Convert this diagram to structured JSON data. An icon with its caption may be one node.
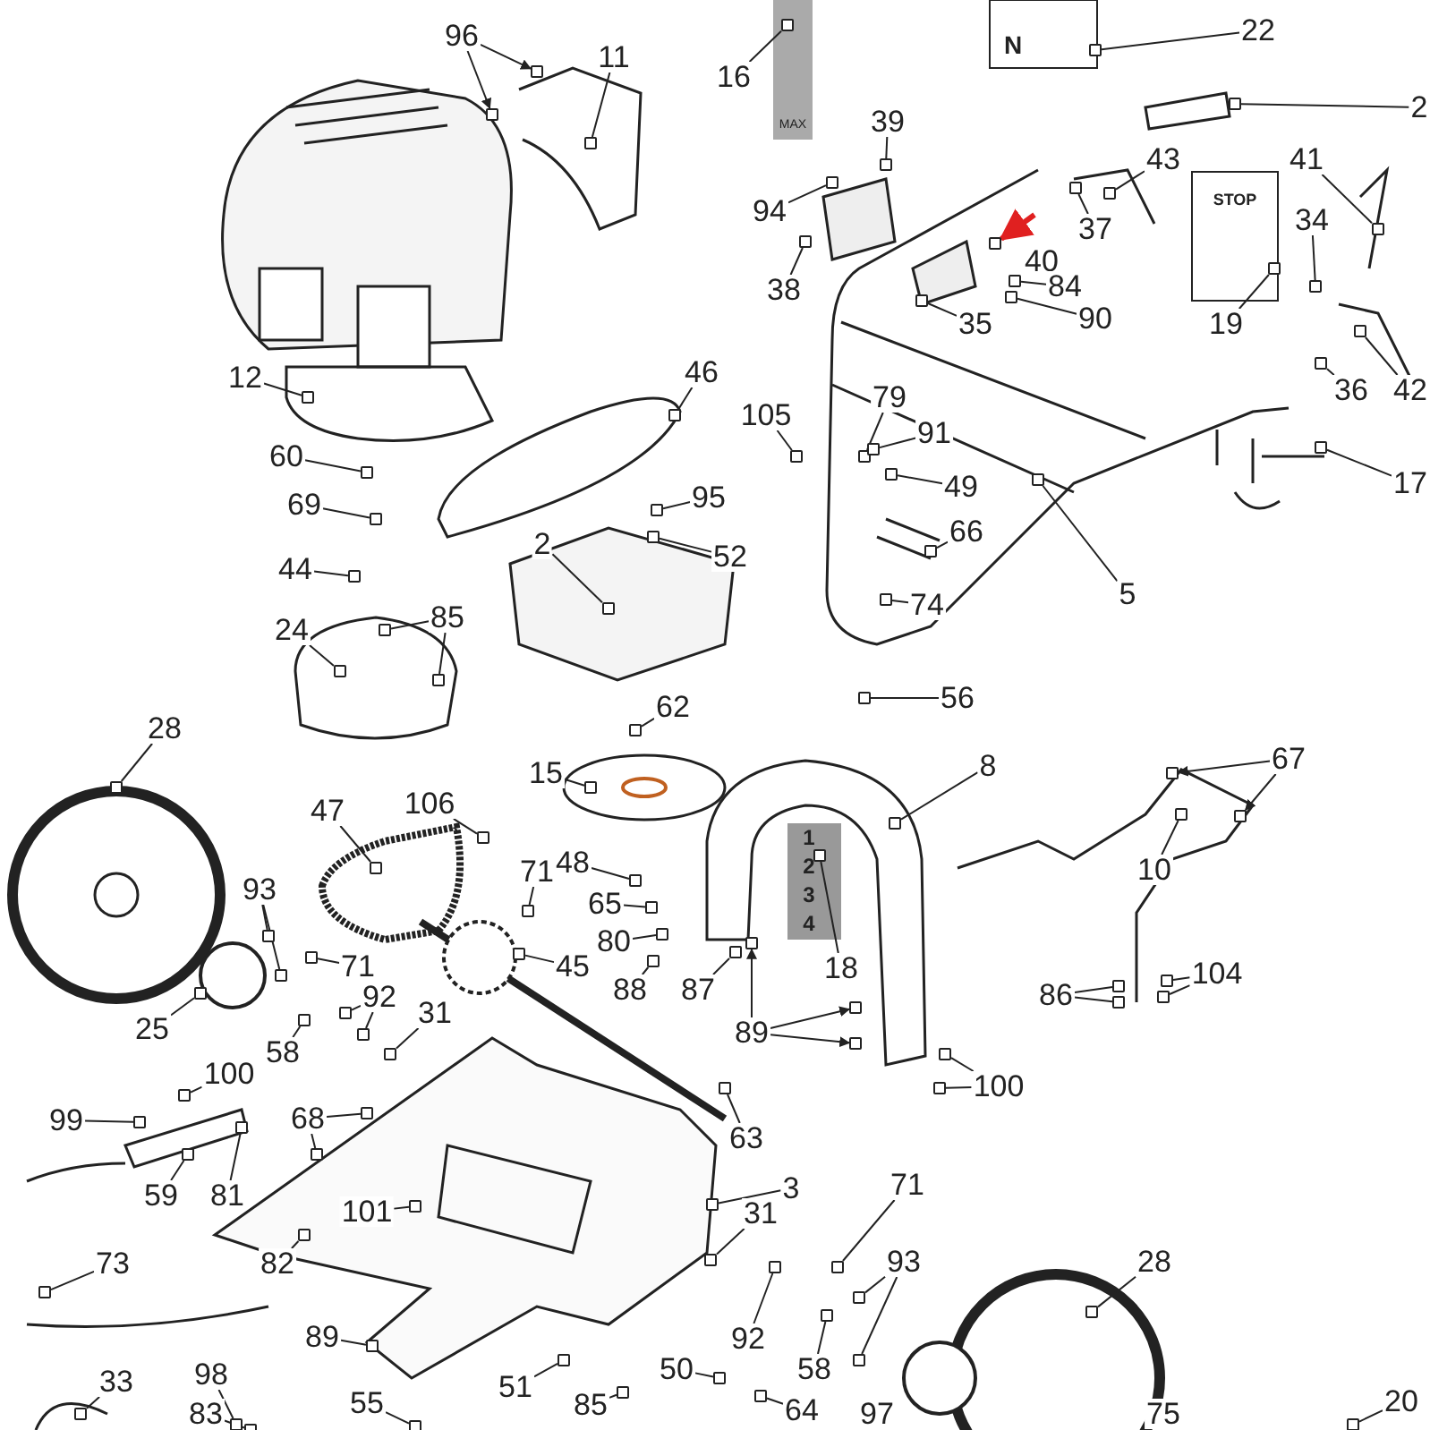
{
  "diagram": {
    "nodes": [
      {
        "text": [
          "96"
        ]
      },
      {
        "text": [
          "11"
        ]
      },
      {
        "text": [
          "16"
        ]
      },
      {
        "text": [
          "22"
        ]
      },
      {
        "text": [
          "2"
        ]
      },
      {
        "text": [
          "39"
        ]
      },
      {
        "text": [
          "43"
        ]
      },
      {
        "text": [
          "41"
        ]
      },
      {
        "text": [
          "94"
        ]
      },
      {
        "text": [
          "37"
        ]
      },
      {
        "text": [
          "40"
        ]
      },
      {
        "text": [
          "84"
        ]
      },
      {
        "text": [
          "34"
        ]
      },
      {
        "text": [
          "38"
        ]
      },
      {
        "text": [
          "35"
        ]
      },
      {
        "text": [
          "90"
        ]
      },
      {
        "text": [
          "19"
        ]
      },
      {
        "text": [
          "42"
        ]
      },
      {
        "text": [
          "36"
        ]
      },
      {
        "text": [
          "12"
        ]
      },
      {
        "text": [
          "46"
        ]
      },
      {
        "text": [
          "105"
        ]
      },
      {
        "text": [
          "79"
        ]
      },
      {
        "text": [
          "91"
        ]
      },
      {
        "text": [
          "49"
        ]
      },
      {
        "text": [
          "17"
        ]
      },
      {
        "text": [
          "60"
        ]
      },
      {
        "text": [
          "69"
        ]
      },
      {
        "text": [
          "95"
        ]
      },
      {
        "text": [
          "52"
        ]
      },
      {
        "text": [
          "66"
        ]
      },
      {
        "text": [
          "44"
        ]
      },
      {
        "text": [
          "2"
        ]
      },
      {
        "text": [
          "5"
        ]
      },
      {
        "text": [
          "74"
        ]
      },
      {
        "text": [
          "24"
        ]
      },
      {
        "text": [
          "85"
        ]
      },
      {
        "text": [
          "56"
        ]
      },
      {
        "text": [
          "62"
        ]
      },
      {
        "text": [
          "28"
        ]
      },
      {
        "text": [
          "8"
        ]
      },
      {
        "text": [
          "67"
        ]
      },
      {
        "text": [
          "15"
        ]
      },
      {
        "text": [
          "106"
        ]
      },
      {
        "text": [
          "47"
        ]
      },
      {
        "text": [
          "18"
        ]
      },
      {
        "text": [
          "71"
        ]
      },
      {
        "text": [
          "48"
        ]
      },
      {
        "text": [
          "10"
        ]
      },
      {
        "text": [
          "65"
        ]
      },
      {
        "text": [
          "93"
        ]
      },
      {
        "text": [
          "80"
        ]
      },
      {
        "text": [
          "71"
        ]
      },
      {
        "text": [
          "25"
        ]
      },
      {
        "text": [
          "45"
        ]
      },
      {
        "text": [
          "88"
        ]
      },
      {
        "text": [
          "87"
        ]
      },
      {
        "text": [
          "92"
        ]
      },
      {
        "text": [
          "31"
        ]
      },
      {
        "text": [
          "89"
        ]
      },
      {
        "text": [
          "86"
        ]
      },
      {
        "text": [
          "104"
        ]
      },
      {
        "text": [
          "58"
        ]
      },
      {
        "text": [
          "100"
        ]
      },
      {
        "text": [
          "100"
        ]
      },
      {
        "text": [
          "99"
        ]
      },
      {
        "text": [
          "68"
        ]
      },
      {
        "text": [
          "63"
        ]
      },
      {
        "text": [
          "3"
        ]
      },
      {
        "text": [
          "59"
        ]
      },
      {
        "text": [
          "81"
        ]
      },
      {
        "text": [
          "101"
        ]
      },
      {
        "text": [
          "71"
        ]
      },
      {
        "text": [
          "31"
        ]
      },
      {
        "text": [
          "82"
        ]
      },
      {
        "text": [
          "73"
        ]
      },
      {
        "text": [
          "93"
        ]
      },
      {
        "text": [
          "28"
        ]
      },
      {
        "text": [
          "89"
        ]
      },
      {
        "text": [
          "92"
        ]
      },
      {
        "text": [
          "58"
        ]
      },
      {
        "text": [
          "51"
        ]
      },
      {
        "text": [
          "50"
        ]
      },
      {
        "text": [
          "85"
        ]
      },
      {
        "text": [
          "33"
        ]
      },
      {
        "text": [
          "98"
        ]
      },
      {
        "text": [
          "83"
        ]
      },
      {
        "text": [
          "55"
        ]
      },
      {
        "text": [
          "64"
        ]
      },
      {
        "text": [
          "20"
        ]
      },
      {
        "text": [
          "97"
        ]
      },
      {
        "text": [
          "75"
        ]
      },
      {
        "text": [],
        "shape": "box"
      },
      {
        "text": [],
        "shape": "box"
      },
      {
        "text": [],
        "shape": "box"
      },
      {
        "text": [],
        "shape": "box"
      },
      {
        "text": [],
        "shape": "box"
      },
      {
        "text": [],
        "shape": "box"
      },
      {
        "text": [],
        "shape": "box"
      },
      {
        "text": [],
        "shape": "box"
      },
      {
        "text": [],
        "shape": "box"
      },
      {
        "text": [],
        "shape": "box"
      },
      {
        "text": [],
        "shape": "box"
      },
      {
        "text": [],
        "shape": "box"
      },
      {
        "text": [],
        "shape": "box"
      },
      {
        "text": [],
        "shape": "box"
      },
      {
        "text": [],
        "shape": "box"
      },
      {
        "text": [],
        "shape": "box"
      },
      {
        "text": [],
        "shape": "box"
      },
      {
        "text": [],
        "shape": "box"
      },
      {
        "text": [],
        "shape": "box"
      },
      {
        "text": [],
        "shape": "box"
      },
      {
        "text": [],
        "shape": "box"
      },
      {
        "text": [],
        "shape": "box"
      },
      {
        "text": [],
        "shape": "box"
      },
      {
        "text": [],
        "shape": "box"
      },
      {
        "text": [],
        "shape": "box"
      },
      {
        "text": [],
        "shape": "box"
      },
      {
        "text": [],
        "shape": "box"
      },
      {
        "text": [],
        "shape": "box"
      },
      {
        "text": [],
        "shape": "box"
      },
      {
        "text": [],
        "shape": "box"
      },
      {
        "text": [],
        "shape": "box"
      },
      {
        "text": [],
        "shape": "box"
      },
      {
        "text": [],
        "shape": "box"
      },
      {
        "text": [],
        "shape": "box"
      },
      {
        "text": [],
        "shape": "box"
      },
      {
        "text": [],
        "shape": "box"
      },
      {
        "text": [],
        "shape": "box"
      },
      {
        "text": [],
        "shape": "box"
      },
      {
        "text": [],
        "shape": "box"
      },
      {
        "text": [],
        "shape": "box"
      },
      {
        "text": [],
        "shape": "box"
      },
      {
        "text": [],
        "shape": "box"
      },
      {
        "text": [],
        "shape": "box"
      },
      {
        "text": [],
        "shape": "box"
      },
      {
        "text": [],
        "shape": "box"
      },
      {
        "text": [],
        "shape": "box"
      },
      {
        "text": [],
        "shape": "box"
      },
      {
        "text": [],
        "shape": "box"
      },
      {
        "text": [],
        "shape": "box"
      },
      {
        "text": [],
        "shape": "box"
      },
      {
        "text": [],
        "shape": "box"
      },
      {
        "text": [],
        "shape": "box"
      },
      {
        "text": [],
        "shape": "box"
      },
      {
        "text": [],
        "shape": "box"
      },
      {
        "text": [],
        "shape": "box"
      },
      {
        "text": [],
        "shape": "box"
      },
      {
        "text": [],
        "shape": "box"
      },
      {
        "text": [],
        "shape": "box"
      },
      {
        "text": [],
        "shape": "box"
      },
      {
        "text": [],
        "shape": "box"
      },
      {
        "text": [],
        "shape": "box"
      },
      {
        "text": [],
        "shape": "box"
      },
      {
        "text": [],
        "shape": "box"
      },
      {
        "text": [],
        "shape": "box"
      },
      {
        "text": [],
        "shape": "box"
      },
      {
        "text": [],
        "shape": "box"
      },
      {
        "text": [],
        "shape": "box"
      },
      {
        "text": [],
        "shape": "box"
      },
      {
        "text": [],
        "shape": "box"
      },
      {
        "text": [],
        "shape": "box"
      },
      {
        "text": [],
        "shape": "box"
      },
      {
        "text": [],
        "shape": "box"
      },
      {
        "text": [],
        "shape": "box"
      },
      {
        "text": [],
        "shape": "box"
      },
      {
        "text": [],
        "shape": "box"
      },
      {
        "text": [],
        "shape": "box"
      },
      {
        "text": [],
        "shape": "box"
      },
      {
        "text": [],
        "shape": "box"
      },
      {
        "text": [],
        "shape": "box"
      },
      {
        "text": [],
        "shape": "box"
      },
      {
        "text": [],
        "shape": "box"
      },
      {
        "text": [],
        "shape": "box"
      },
      {
        "text": [],
        "shape": "box"
      },
      {
        "text": [],
        "shape": "box"
      },
      {
        "text": [],
        "shape": "box"
      },
      {
        "text": [],
        "shape": "box"
      },
      {
        "text": [],
        "shape": "box"
      },
      {
        "text": [],
        "shape": "box"
      },
      {
        "text": [],
        "shape": "box"
      },
      {
        "text": [],
        "shape": "box"
      },
      {
        "text": [],
        "shape": "box"
      },
      {
        "text": [],
        "shape": "box"
      },
      {
        "text": [],
        "shape": "box"
      },
      {
        "text": [],
        "shape": "box"
      },
      {
        "text": [],
        "shape": "box"
      },
      {
        "text": [],
        "shape": "box"
      },
      {
        "text": [],
        "shape": "box"
      },
      {
        "text": [],
        "shape": "box"
      },
      {
        "text": [],
        "shape": "box"
      },
      {
        "text": [],
        "shape": "box"
      },
      {
        "text": [],
        "shape": "box"
      },
      {
        "text": [],
        "shape": "box"
      }
    ],
    "edges": [
      {
        "from": 0,
        "to": 92,
        "arrow": "to"
      },
      {
        "from": 0,
        "to": 93,
        "arrow": "to"
      },
      {
        "from": 1,
        "to": 94,
        "arrow": "none"
      },
      {
        "from": 2,
        "to": 95,
        "arrow": "none"
      },
      {
        "from": 3,
        "to": 96,
        "arrow": "none"
      },
      {
        "from": 4,
        "to": 97,
        "arrow": "none"
      },
      {
        "from": 5,
        "to": 98,
        "arrow": "none"
      },
      {
        "from": 6,
        "to": 99,
        "arrow": "none"
      },
      {
        "from": 7,
        "to": 100,
        "arrow": "none"
      },
      {
        "from": 8,
        "to": 101,
        "arrow": "none"
      },
      {
        "from": 9,
        "to": 102,
        "arrow": "none"
      },
      {
        "from": 11,
        "to": 103,
        "arrow": "none"
      },
      {
        "from": 12,
        "to": 104,
        "arrow": "none"
      },
      {
        "from": 13,
        "to": 105,
        "arrow": "none"
      },
      {
        "from": 14,
        "to": 106,
        "arrow": "none"
      },
      {
        "from": 15,
        "to": 107,
        "arrow": "none"
      },
      {
        "from": 16,
        "to": 108,
        "arrow": "none"
      },
      {
        "from": 17,
        "to": 109,
        "arrow": "none"
      },
      {
        "from": 18,
        "to": 110,
        "arrow": "none"
      },
      {
        "from": 19,
        "to": 111,
        "arrow": "none"
      },
      {
        "from": 20,
        "to": 112,
        "arrow": "none"
      },
      {
        "from": 21,
        "to": 113,
        "arrow": "none"
      },
      {
        "from": 22,
        "to": 114,
        "arrow": "none"
      },
      {
        "from": 23,
        "to": 115,
        "arrow": "none"
      },
      {
        "from": 24,
        "to": 116,
        "arrow": "none"
      },
      {
        "from": 25,
        "to": 117,
        "arrow": "none"
      },
      {
        "from": 26,
        "to": 118,
        "arrow": "none"
      },
      {
        "from": 27,
        "to": 119,
        "arrow": "none"
      },
      {
        "from": 28,
        "to": 120,
        "arrow": "none"
      },
      {
        "from": 29,
        "to": 121,
        "arrow": "none"
      },
      {
        "from": 30,
        "to": 122,
        "arrow": "none"
      },
      {
        "from": 31,
        "to": 123,
        "arrow": "none"
      },
      {
        "from": 32,
        "to": 124,
        "arrow": "none"
      },
      {
        "from": 33,
        "to": 125,
        "arrow": "none"
      },
      {
        "from": 34,
        "to": 126,
        "arrow": "none"
      },
      {
        "from": 35,
        "to": 127,
        "arrow": "none"
      },
      {
        "from": 36,
        "to": 128,
        "arrow": "none"
      },
      {
        "from": 36,
        "to": 129,
        "arrow": "none"
      },
      {
        "from": 37,
        "to": 130,
        "arrow": "none"
      },
      {
        "from": 38,
        "to": 131,
        "arrow": "none"
      },
      {
        "from": 39,
        "to": 132,
        "arrow": "none"
      },
      {
        "from": 40,
        "to": 133,
        "arrow": "none"
      },
      {
        "from": 41,
        "to": 134,
        "arrow": "to"
      },
      {
        "from": 41,
        "to": 135,
        "arrow": "to"
      },
      {
        "from": 42,
        "to": 136,
        "arrow": "none"
      },
      {
        "from": 43,
        "to": 137,
        "arrow": "none"
      },
      {
        "from": 44,
        "to": 138,
        "arrow": "none"
      },
      {
        "from": 45,
        "to": 139,
        "arrow": "none"
      },
      {
        "from": 46,
        "to": 140,
        "arrow": "none"
      },
      {
        "from": 47,
        "to": 141,
        "arrow": "none"
      },
      {
        "from": 48,
        "to": 142,
        "arrow": "none"
      },
      {
        "from": 49,
        "to": 143,
        "arrow": "none"
      },
      {
        "from": 50,
        "to": 144,
        "arrow": "none"
      },
      {
        "from": 50,
        "to": 145,
        "arrow": "none"
      },
      {
        "from": 51,
        "to": 146,
        "arrow": "none"
      },
      {
        "from": 52,
        "to": 147,
        "arrow": "none"
      },
      {
        "from": 53,
        "to": 148,
        "arrow": "none"
      },
      {
        "from": 54,
        "to": 149,
        "arrow": "none"
      },
      {
        "from": 55,
        "to": 150,
        "arrow": "none"
      },
      {
        "from": 56,
        "to": 151,
        "arrow": "none"
      },
      {
        "from": 57,
        "to": 152,
        "arrow": "none"
      },
      {
        "from": 57,
        "to": 153,
        "arrow": "none"
      },
      {
        "from": 58,
        "to": 154,
        "arrow": "none"
      },
      {
        "from": 59,
        "to": 155,
        "arrow": "to"
      },
      {
        "from": 59,
        "to": 156,
        "arrow": "to"
      },
      {
        "from": 59,
        "to": 157,
        "arrow": "to"
      },
      {
        "from": 60,
        "to": 158,
        "arrow": "none"
      },
      {
        "from": 60,
        "to": 159,
        "arrow": "none"
      },
      {
        "from": 61,
        "to": 160,
        "arrow": "none"
      },
      {
        "from": 61,
        "to": 161,
        "arrow": "none"
      },
      {
        "from": 62,
        "to": 162,
        "arrow": "none"
      },
      {
        "from": 63,
        "to": 163,
        "arrow": "none"
      },
      {
        "from": 64,
        "to": 164,
        "arrow": "none"
      },
      {
        "from": 64,
        "to": 165,
        "arrow": "none"
      },
      {
        "from": 65,
        "to": 166,
        "arrow": "none"
      },
      {
        "from": 66,
        "to": 167,
        "arrow": "none"
      },
      {
        "from": 66,
        "to": 168,
        "arrow": "none"
      },
      {
        "from": 67,
        "to": 169,
        "arrow": "none"
      },
      {
        "from": 68,
        "to": 170,
        "arrow": "none"
      },
      {
        "from": 69,
        "to": 171,
        "arrow": "none"
      },
      {
        "from": 70,
        "to": 172,
        "arrow": "none"
      },
      {
        "from": 71,
        "to": 173,
        "arrow": "none"
      },
      {
        "from": 72,
        "to": 174,
        "arrow": "none"
      },
      {
        "from": 73,
        "to": 175,
        "arrow": "none"
      },
      {
        "from": 74,
        "to": 176,
        "arrow": "none"
      },
      {
        "from": 75,
        "to": 177,
        "arrow": "none"
      },
      {
        "from": 76,
        "to": 178,
        "arrow": "none"
      },
      {
        "from": 76,
        "to": 179,
        "arrow": "none"
      },
      {
        "from": 77,
        "to": 180,
        "arrow": "none"
      },
      {
        "from": 78,
        "to": 181,
        "arrow": "none"
      },
      {
        "from": 79,
        "to": 182,
        "arrow": "none"
      },
      {
        "from": 80,
        "to": 183,
        "arrow": "none"
      },
      {
        "from": 81,
        "to": 184,
        "arrow": "none"
      },
      {
        "from": 82,
        "to": 185,
        "arrow": "none"
      },
      {
        "from": 83,
        "to": 186,
        "arrow": "none"
      },
      {
        "from": 84,
        "to": 187,
        "arrow": "none"
      },
      {
        "from": 85,
        "to": 188,
        "arrow": "none"
      },
      {
        "from": 86,
        "to": 189,
        "arrow": "none"
      },
      {
        "from": 87,
        "to": 190,
        "arrow": "none"
      },
      {
        "from": 88,
        "to": 191,
        "arrow": "none"
      },
      {
        "from": 89,
        "to": 192,
        "arrow": "none"
      },
      {
        "from": null,
        "to": 193,
        "arrow": "to",
        "style": "thick",
        "color": "#e02020"
      }
    ],
    "labels": [
      "N",
      "MAX",
      "STOP",
      "1",
      "2",
      "3",
      "4"
    ]
  }
}
